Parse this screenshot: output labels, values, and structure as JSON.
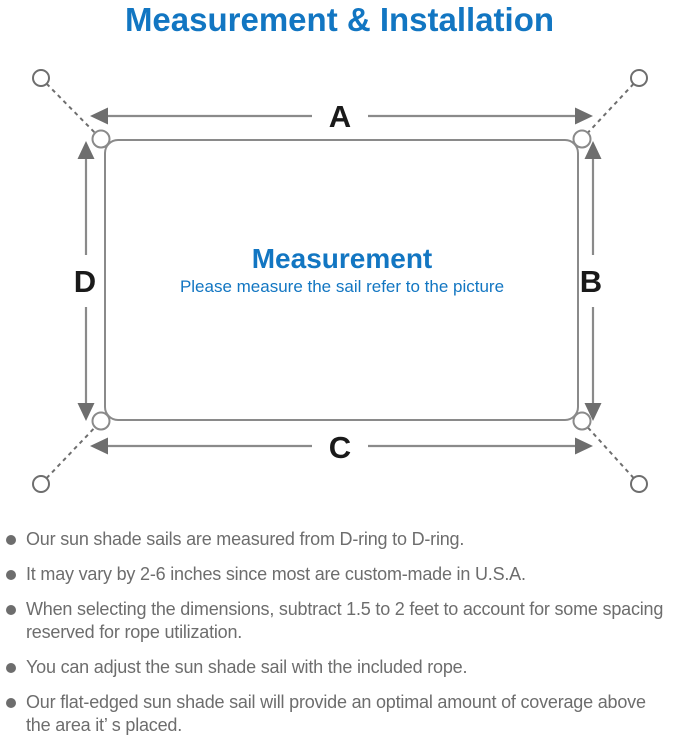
{
  "title": "Measurement & Installation",
  "colors": {
    "accent": "#1276c2",
    "line": "#8a8a8a",
    "arrow": "#6e6e6e",
    "label": "#1a1a1a",
    "text": "#6d6d6d"
  },
  "diagram": {
    "edge_labels": {
      "top": "A",
      "right": "B",
      "bottom": "C",
      "left": "D"
    },
    "center_title": "Measurement",
    "center_subtitle": "Please measure the sail refer to the picture"
  },
  "notes": {
    "items": [
      {
        "text": "Our sun shade sails are measured from D-ring to D-ring."
      },
      {
        "text": "It may vary by 2-6 inches since most are custom-made in U.S.A."
      },
      {
        "text": "When selecting the dimensions, subtract 1.5 to 2 feet to account for some spacing\nreserved for rope utilization."
      },
      {
        "text": "You can adjust the sun shade sail with the included rope."
      },
      {
        "text": "Our flat-edged sun shade sail will provide an optimal amount of coverage above\nthe area it’ s placed."
      }
    ]
  }
}
